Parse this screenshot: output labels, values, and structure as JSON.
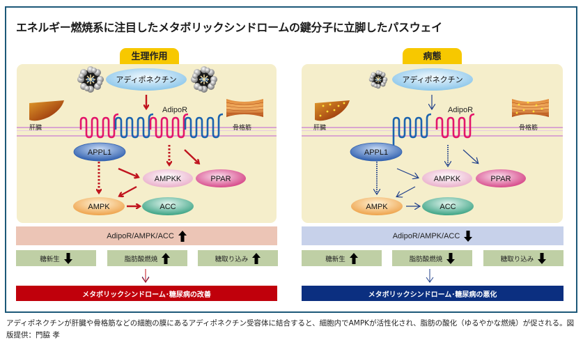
{
  "title": "エネルギー燃焼系に注目したメタボリックシンドロームの鍵分子に立脚したパスウェイ",
  "left_panel": {
    "tab_label": "生理作用",
    "ligand": "アディポネクチン",
    "organ_left": "肝臓",
    "organ_right": "骨格筋",
    "receptor": "AdipoR",
    "nodes": {
      "appl1": "APPL1",
      "ampkk": "AMPKK",
      "ppar": "PPAR",
      "ampk": "AMPK",
      "acc": "ACC"
    },
    "arrow_color": "#c0141e",
    "summary": {
      "label": "AdipoR/AMPK/ACC",
      "direction": "up"
    },
    "effects": [
      {
        "label": "糖新生",
        "direction": "down"
      },
      {
        "label": "脂肪酸燃焼",
        "direction": "up"
      },
      {
        "label": "糖取り込み",
        "direction": "up"
      }
    ],
    "result": "メタボリックシンドローム･糖尿病の改善",
    "result_color": "#c0000b",
    "summary_color": "#ecc5b6"
  },
  "right_panel": {
    "tab_label": "病態",
    "ligand": "アディポネクチン",
    "organ_left": "肝臓",
    "organ_right": "骨格筋",
    "receptor": "AdipoR",
    "nodes": {
      "appl1": "APPL1",
      "ampkk": "AMPKK",
      "ppar": "PPAR",
      "ampk": "AMPK",
      "acc": "ACC"
    },
    "arrow_color": "#1f3f8a",
    "summary": {
      "label": "AdipoR/AMPK/ACC",
      "direction": "down"
    },
    "effects": [
      {
        "label": "糖新生",
        "direction": "up"
      },
      {
        "label": "脂肪酸燃焼",
        "direction": "down"
      },
      {
        "label": "糖取り込み",
        "direction": "down"
      }
    ],
    "result": "メタボリックシンドローム･糖尿病の悪化",
    "result_color": "#0b2f80",
    "summary_color": "#c7d1ea"
  },
  "caption": "アディポネクチンが肝臓や骨格筋などの細胞の膜にあるアディポネクチン受容体に結合すると、細胞内でAMPKが活性化され、脂肪の酸化（ゆるやかな燃焼）が促される。図版提供：門脇 孝"
}
